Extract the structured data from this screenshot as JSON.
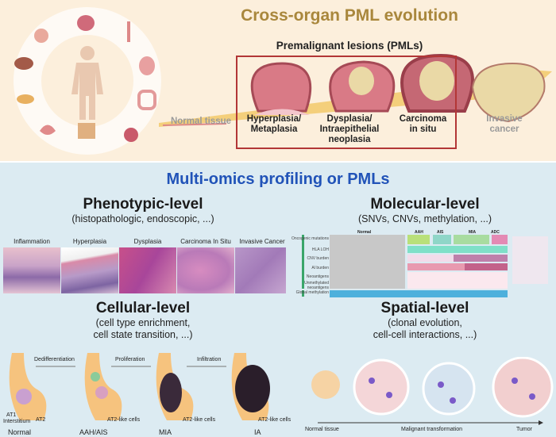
{
  "top": {
    "title": "Cross-organ PML evolution",
    "pml_heading": "Premalignant lesions (PMLs)",
    "stages": [
      "Normal tissue",
      "Hyperplasia/\nMetaplasia",
      "Dysplasia/\nIntraepithelial\nneoplasia",
      "Carcinoma\nin situ",
      "Invasive\ncancer"
    ],
    "colors": {
      "title": "#a9873c",
      "box": "#b23636",
      "arrow": "#f2c96a",
      "lesion": "#d97a86",
      "tumor": "#ead9a6"
    }
  },
  "bottom": {
    "title": "Multi-omics profiling or PMLs",
    "phenotypic": {
      "title": "Phenotypic-level",
      "subtitle": "(histopathologic, endoscopic, ...)",
      "panels": [
        "Inflammation",
        "Hyperplasia",
        "Dysplasia",
        "Carcinoma In Situ",
        "Invasive Cancer"
      ]
    },
    "molecular": {
      "title": "Molecular-level",
      "subtitle": "(SNVs, CNVs, methylation, ...)",
      "groups": [
        "Normal",
        "AAH",
        "AIS",
        "MIA",
        "ADC"
      ],
      "rows": [
        "Oncogenic mutations",
        "HLA LOH",
        "CNV burden",
        "AI burden",
        "Neoantigens",
        "Unmethylated neoantigens",
        "Global methylation"
      ]
    },
    "cellular": {
      "title": "Cellular-level",
      "subtitle1": "(cell type enrichment,",
      "subtitle2": "cell state transition, ...)",
      "transitions": [
        "Dedifferentiation",
        "Proliferation",
        "Infiltration"
      ],
      "stages": [
        "Normal",
        "AAH/AIS",
        "MIA",
        "IA"
      ],
      "cell_labels": [
        "AT1",
        "Interstitium",
        "AT2",
        "AT2-like cells"
      ]
    },
    "spatial": {
      "title": "Spatial-level",
      "subtitle1": "(clonal evolution,",
      "subtitle2": "cell-cell interactions, ...)",
      "axis": [
        "Normal tissue",
        "Malignant transformation",
        "Tumor"
      ]
    }
  }
}
